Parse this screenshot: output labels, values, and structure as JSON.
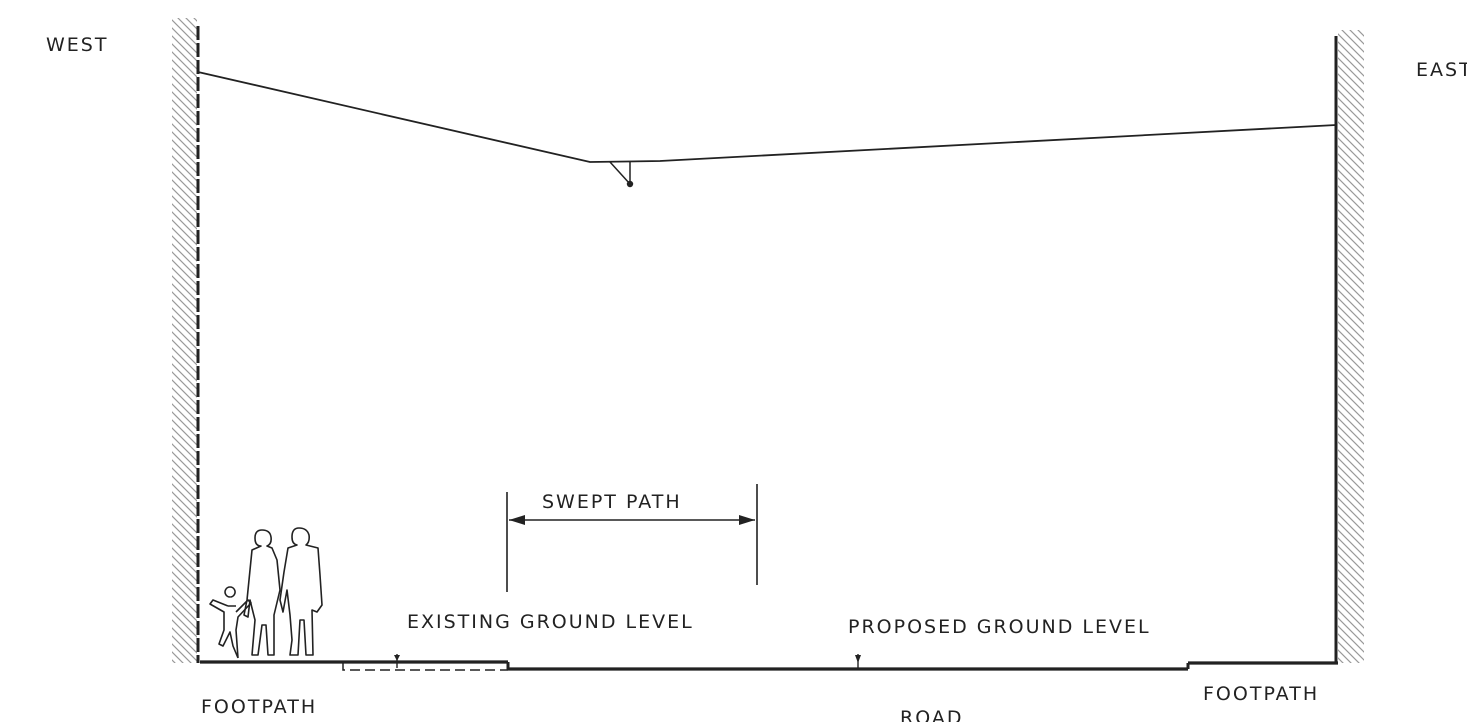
{
  "labels": {
    "west": "WEST",
    "east": "EAST",
    "swept_path": "SWEPT PATH",
    "existing_ground_level": "EXISTING GROUND LEVEL",
    "proposed_ground_level": "PROPOSED GROUND LEVEL",
    "footpath_left": "FOOTPATH",
    "footpath_right": "FOOTPATH",
    "road": "ROAD"
  },
  "colors": {
    "line": "#222222",
    "hatch": "#999999"
  }
}
